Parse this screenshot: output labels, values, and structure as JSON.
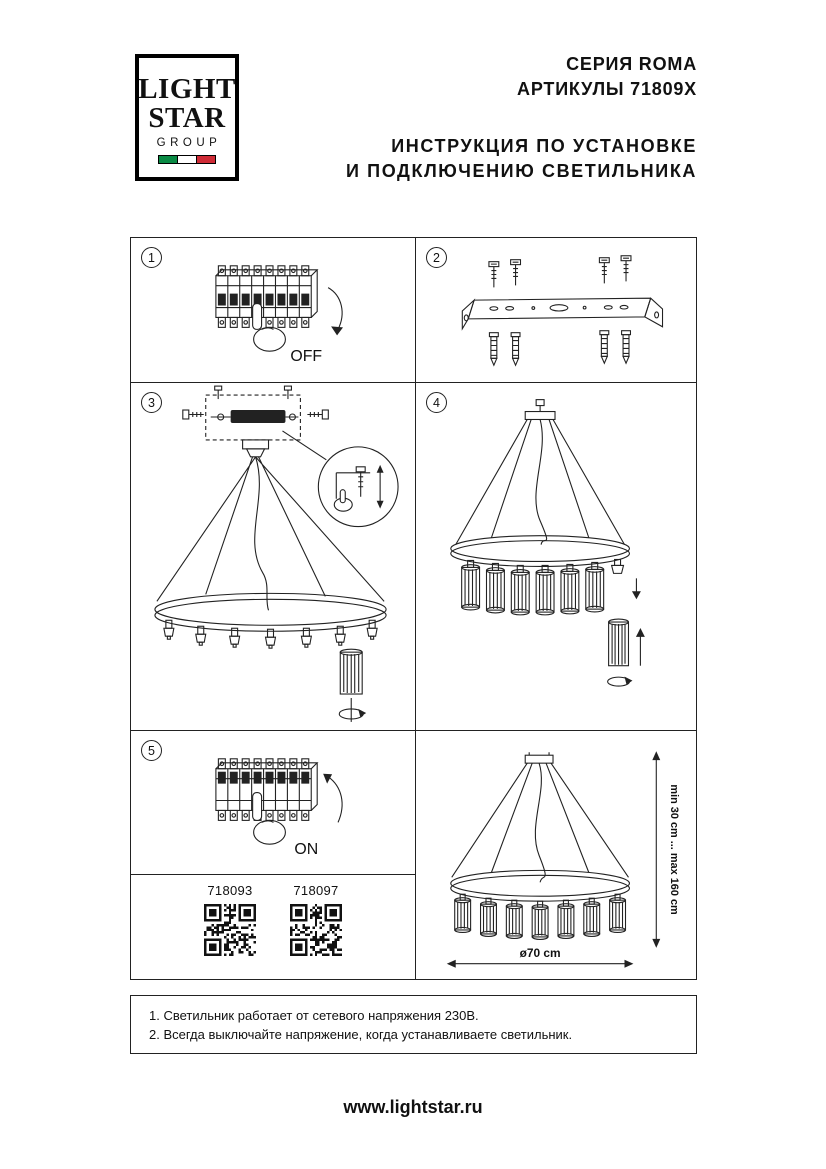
{
  "logo": {
    "line1": "LIGHT",
    "line2": "STAR",
    "line3": "GROUP"
  },
  "header": {
    "series": "СЕРИЯ ROMA",
    "articles": "АРТИКУЛЫ 71809X",
    "title_line1": "ИНСТРУКЦИЯ ПО УСТАНОВКЕ",
    "title_line2": "И ПОДКЛЮЧЕНИЮ СВЕТИЛЬНИКА"
  },
  "steps": [
    {
      "number": "1",
      "label": "OFF"
    },
    {
      "number": "2",
      "label": ""
    },
    {
      "number": "3",
      "label": ""
    },
    {
      "number": "4",
      "label": ""
    },
    {
      "number": "5",
      "label": "ON"
    }
  ],
  "product_codes": [
    {
      "code": "718093"
    },
    {
      "code": "718097"
    }
  ],
  "dimensions": {
    "height": "min 30 cm ... max 160 cm",
    "diameter": "ø70 cm"
  },
  "notes": [
    "1. Светильник работает от сетевого напряжения 230В.",
    "2. Всегда выключайте напряжение, когда устанавливаете светильник."
  ],
  "footer": {
    "website": "www.lightstar.ru"
  },
  "colors": {
    "line": "#222222",
    "flag_green": "#0a8a44",
    "flag_red": "#cf2b36"
  }
}
